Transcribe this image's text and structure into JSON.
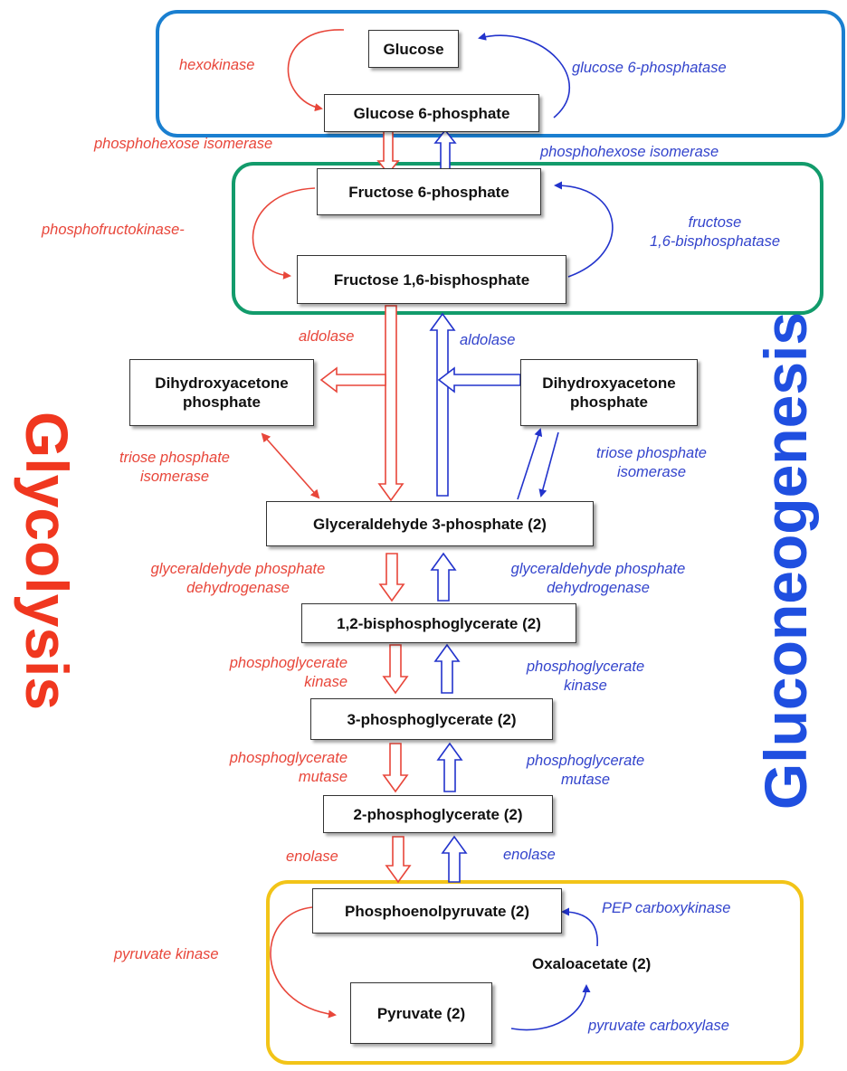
{
  "titles": {
    "glycolysis": "Glycolysis",
    "gluconeogenesis": "Gluconeogenesis"
  },
  "metabolites": {
    "glucose": "Glucose",
    "g6p": "Glucose 6-phosphate",
    "f6p": "Fructose 6-phosphate",
    "f16bp": "Fructose 1,6-bisphosphate",
    "dhap_left": [
      "Dihydroxyacetone",
      "phosphate"
    ],
    "dhap_right": [
      "Dihydroxyacetone",
      "phosphate"
    ],
    "g3p": "Glyceraldehyde 3-phosphate (2)",
    "bpg": "1,2-bisphosphoglycerate (2)",
    "pg3": "3-phosphoglycerate (2)",
    "pg2": "2-phosphoglycerate (2)",
    "pep": "Phosphoenolpyruvate (2)",
    "oaa": "Oxaloacetate (2)",
    "pyruvate": "Pyruvate (2)"
  },
  "enzymes_glycolysis": {
    "hexokinase": "hexokinase",
    "phi": "phosphohexose isomerase",
    "pfk": "phosphofructokinase-",
    "aldolase": "aldolase",
    "tpi": [
      "triose phosphate",
      "isomerase"
    ],
    "gapdh": [
      "glyceraldehyde phosphate",
      "dehydrogenase"
    ],
    "pgk": [
      "phosphoglycerate",
      "kinase"
    ],
    "pgm": [
      "phosphoglycerate",
      "mutase"
    ],
    "enolase": "enolase",
    "pk": "pyruvate kinase"
  },
  "enzymes_gluconeogenesis": {
    "g6pase": "glucose 6-phosphatase",
    "phi": "phosphohexose isomerase",
    "fbpase": [
      "fructose",
      "1,6-bisphosphatase"
    ],
    "aldolase": "aldolase",
    "tpi": [
      "triose phosphate",
      "isomerase"
    ],
    "gapdh": [
      "glyceraldehyde phosphate",
      "dehydrogenase"
    ],
    "pgk": [
      "phosphoglycerate",
      "kinase"
    ],
    "pgm": [
      "phosphoglycerate",
      "mutase"
    ],
    "enolase": "enolase",
    "pepck": "PEP carboxykinase",
    "pc": "pyruvate carboxylase"
  },
  "colors": {
    "glycolysis": "#e8463a",
    "gluconeogenesis": "#3344cc",
    "title_glycolysis": "#f0371f",
    "title_gluconeogenesis": "#1f4fe0",
    "box_top": "#1a7fd0",
    "box_middle": "#129b6b",
    "box_bottom": "#f2c418"
  }
}
